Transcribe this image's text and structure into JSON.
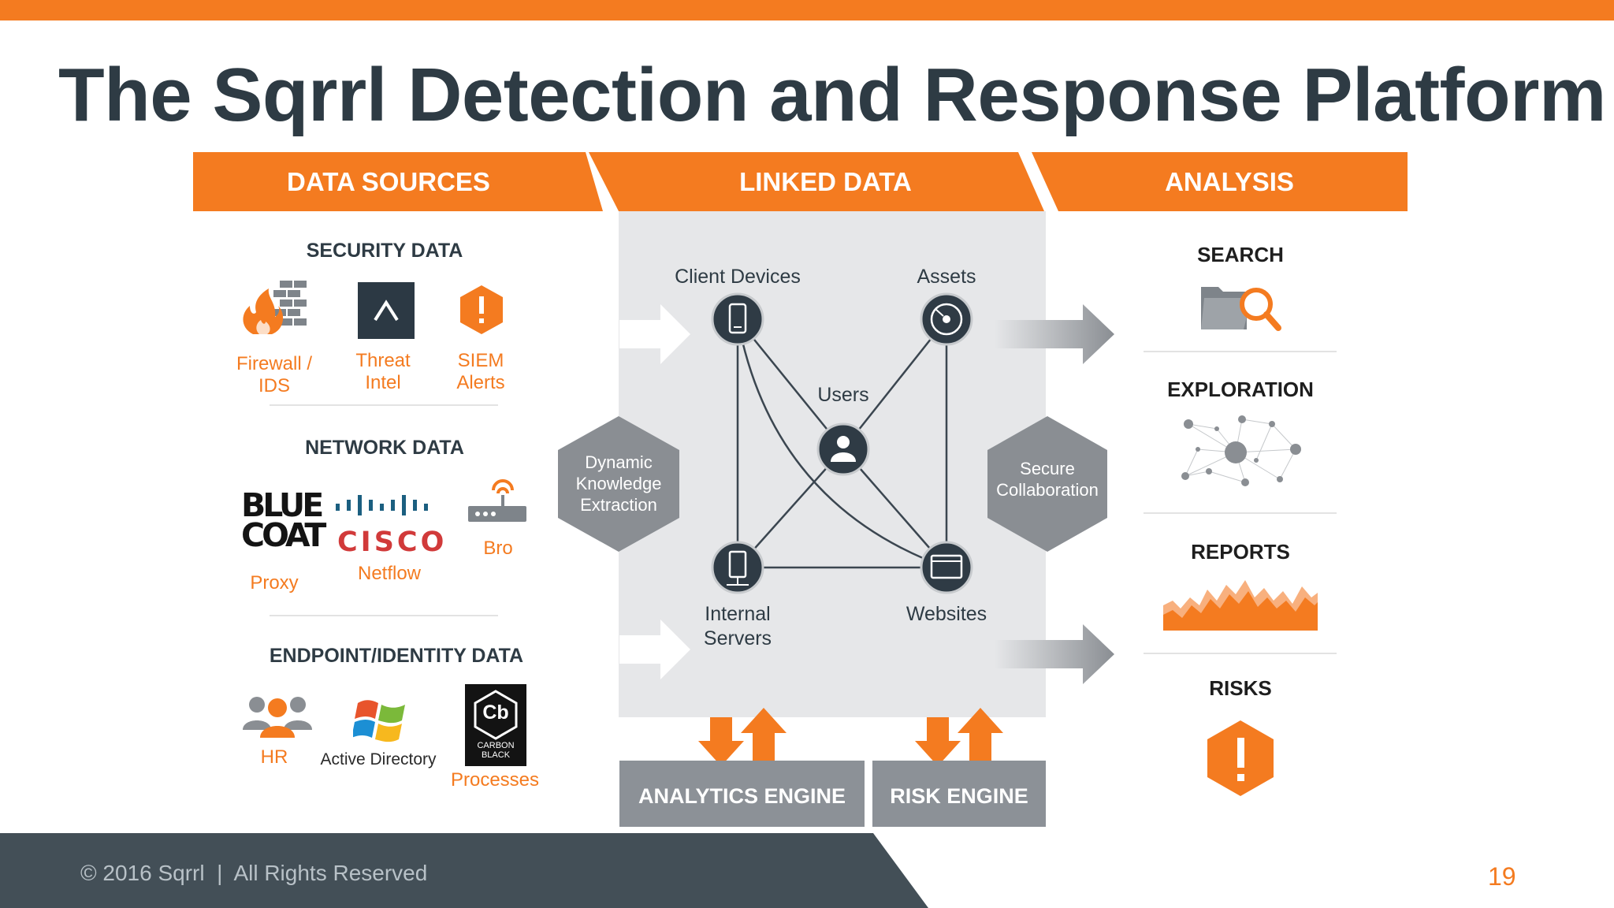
{
  "slide": {
    "title": "The Sqrrl Detection and Response Platform",
    "page_number": "19",
    "footer": "© 2016 Sqrrl  |  All Rights Reserved"
  },
  "columns": {
    "data_sources": "DATA SOURCES",
    "linked_data": "LINKED DATA",
    "analysis": "ANALYSIS"
  },
  "data_sources": {
    "security": {
      "title": "SECURITY DATA",
      "items": [
        "Firewall /\nIDS",
        "Threat\nIntel",
        "SIEM\nAlerts"
      ]
    },
    "network": {
      "title": "NETWORK DATA",
      "items": [
        "Proxy",
        "Netflow",
        "Bro"
      ],
      "logos": [
        "BLUE\nCOAT",
        "CISCO"
      ]
    },
    "endpoint": {
      "title": "ENDPOINT/IDENTITY DATA",
      "items": [
        "HR",
        "Active Directory",
        "Processes"
      ],
      "logos": [
        "Cb",
        "CARBON\nBLACK"
      ]
    }
  },
  "linked_data": {
    "nodes": [
      "Client Devices",
      "Assets",
      "Users",
      "Internal\nServers",
      "Websites"
    ],
    "hexagons": [
      "Dynamic\nKnowledge\nExtraction",
      "Secure\nCollaboration"
    ],
    "engines": [
      "ANALYTICS ENGINE",
      "RISK ENGINE"
    ]
  },
  "analysis": {
    "items": [
      "SEARCH",
      "EXPLORATION",
      "REPORTS",
      "RISKS"
    ]
  },
  "colors": {
    "accent": "#f47b20",
    "dark": "#2e3b44",
    "panel": "#e6e7e9",
    "node": "#2f3b45",
    "hexagon": "#8a8e93",
    "engine": "#8c9197",
    "footer": "#434f57"
  }
}
